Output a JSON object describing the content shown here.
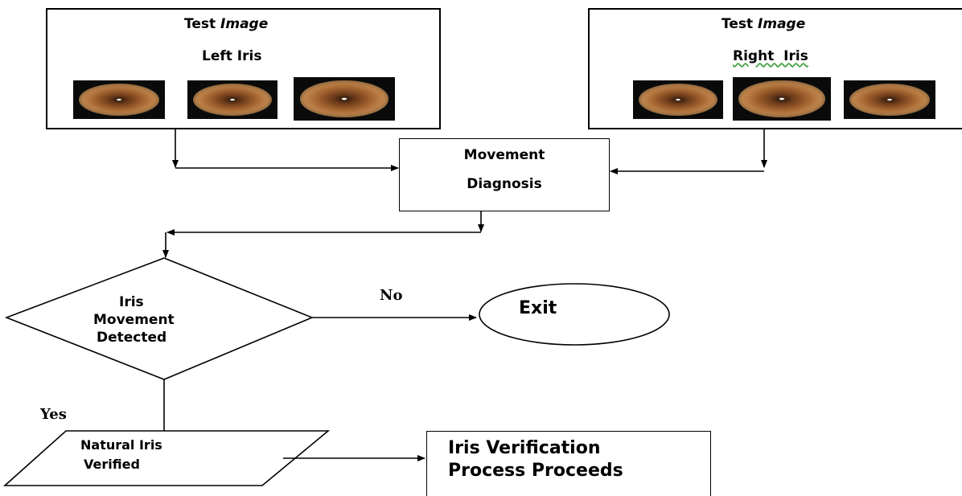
{
  "left_panel": {
    "title_plain": "Test ",
    "title_italic": "Image",
    "subtitle": "Left Iris",
    "images": [
      "iris-image-1",
      "iris-image-2",
      "iris-image-3"
    ]
  },
  "right_panel": {
    "title_plain": "Test ",
    "title_italic": "Image",
    "subtitle": "Right  Iris",
    "images": [
      "iris-image-1",
      "iris-image-2",
      "iris-image-3"
    ]
  },
  "movement_box": {
    "line1": "Movement",
    "line2": "Diagnosis"
  },
  "decision": {
    "line1": "Iris",
    "line2": "Movement",
    "line3": "Detected",
    "no_label": "No",
    "yes_label": "Yes"
  },
  "exit_node": {
    "label": "Exit"
  },
  "natural_node": {
    "line1": "Natural Iris",
    "line2": "Verified"
  },
  "process_box": {
    "line1": "Iris Verification",
    "line2": "Process Proceeds"
  },
  "colors": {
    "line": "#000000",
    "spellcheck_underline": "#3aa03a",
    "iris_brown": "#9a5b2a",
    "image_background": "#0a0a0a"
  }
}
